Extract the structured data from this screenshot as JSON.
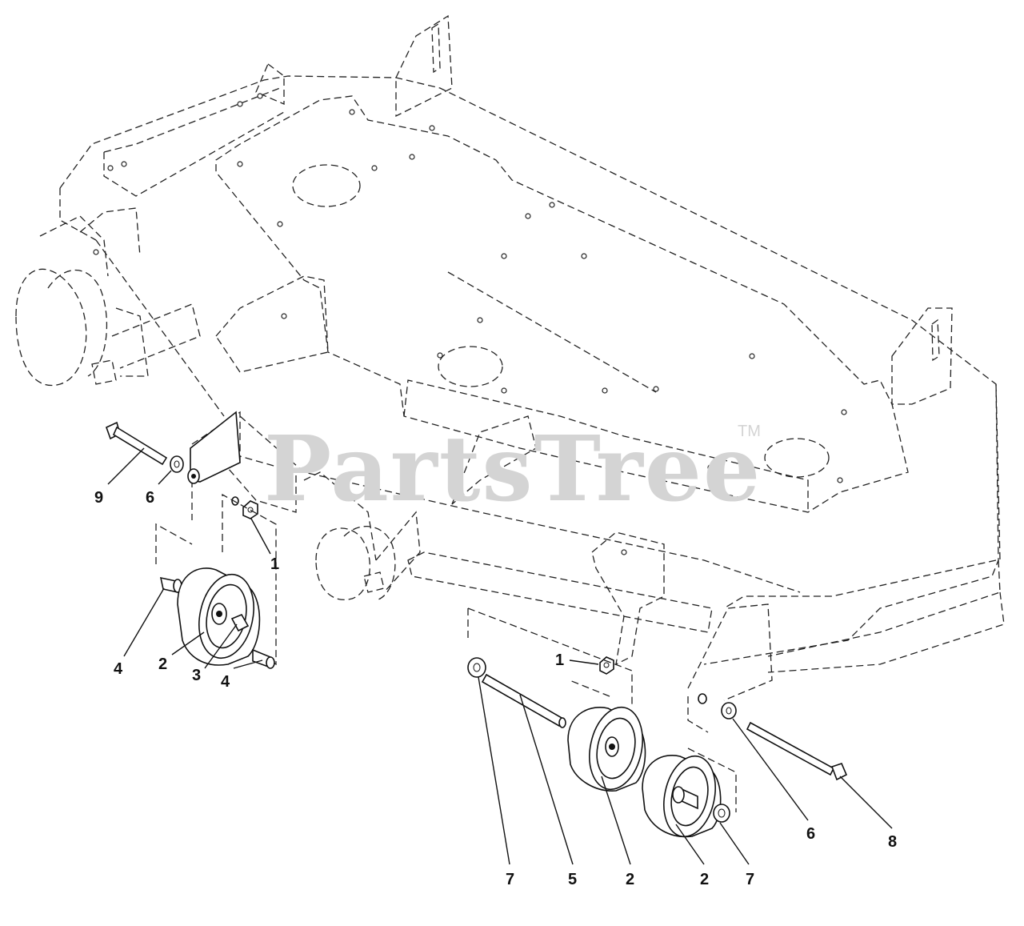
{
  "watermark": {
    "text": "PartsTree",
    "mark": "TM"
  },
  "callouts": [
    {
      "id": "c9",
      "label": "9"
    },
    {
      "id": "c6a",
      "label": "6"
    },
    {
      "id": "c1a",
      "label": "1"
    },
    {
      "id": "c4a",
      "label": "4"
    },
    {
      "id": "c2a",
      "label": "2"
    },
    {
      "id": "c3",
      "label": "3"
    },
    {
      "id": "c4b",
      "label": "4"
    },
    {
      "id": "c1b",
      "label": "1"
    },
    {
      "id": "c7a",
      "label": "7"
    },
    {
      "id": "c5",
      "label": "5"
    },
    {
      "id": "c2b",
      "label": "2"
    },
    {
      "id": "c2c",
      "label": "2"
    },
    {
      "id": "c7b",
      "label": "7"
    },
    {
      "id": "c6b",
      "label": "6"
    },
    {
      "id": "c8",
      "label": "8"
    }
  ]
}
